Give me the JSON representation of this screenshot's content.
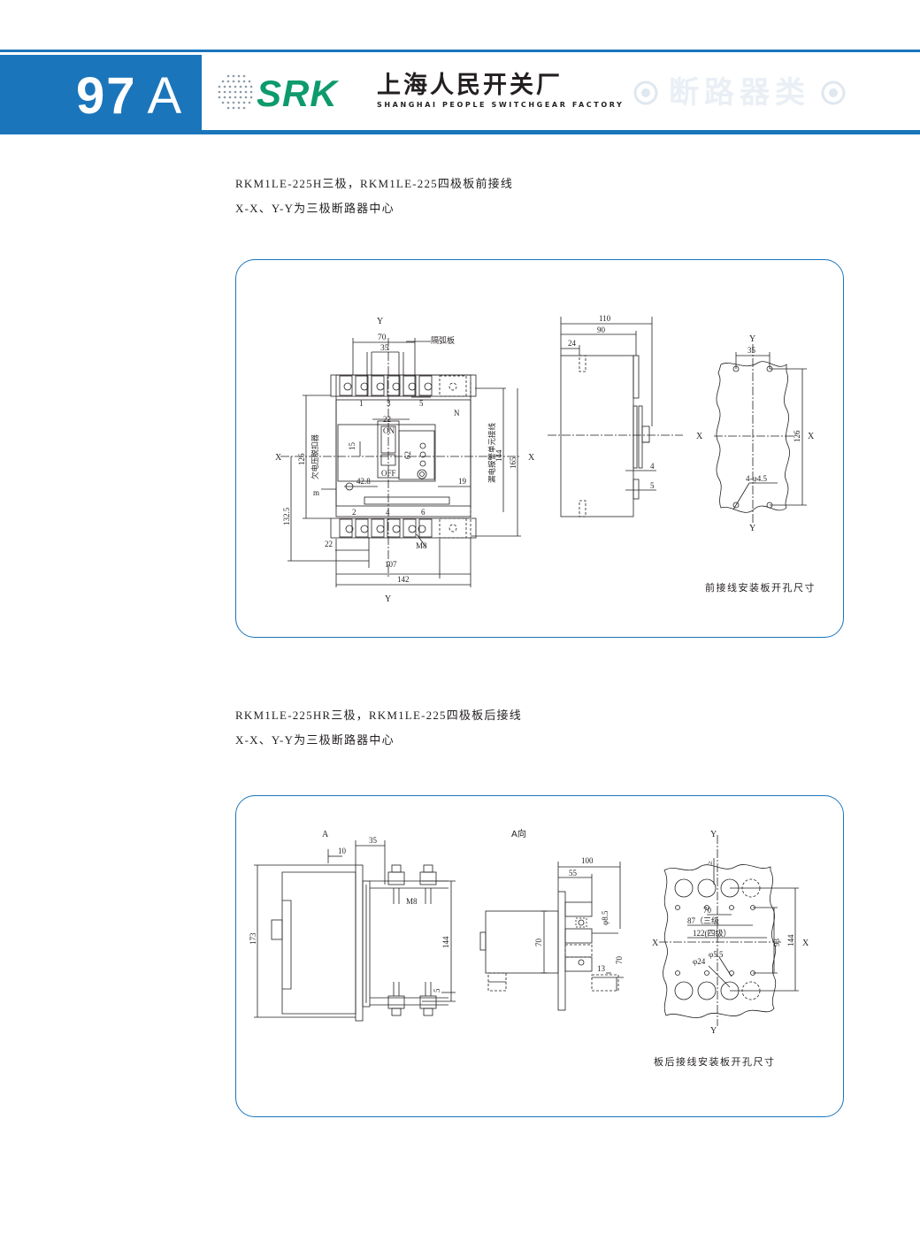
{
  "header": {
    "page_number": "97",
    "page_suffix": "A",
    "brand_logo": "SRK",
    "company_name": "上海人民开关厂",
    "company_name_en": "SHANGHAI PEOPLE SWITCHGEAR FACTORY",
    "category": "断路器类",
    "category_icon": "target-circle-icon",
    "colors": {
      "brand_blue": "#1b75bb",
      "logo_green": "#0d9a6d"
    }
  },
  "section1": {
    "caption_line1": "RKM1LE-225H三极，RKM1LE-225四极板前接线",
    "caption_line2": "X-X、Y-Y为三极断路器中心",
    "mounting_label": "前接线安装板开孔尺寸",
    "front_view": {
      "axis_y_top": "Y",
      "axis_y_bottom": "Y",
      "axis_x_left": "X",
      "axis_x_right": "X",
      "dim_70": "70",
      "dim_35": "35",
      "arc_plate": "隔弧板",
      "terminal_1": "1",
      "terminal_3": "3",
      "terminal_5": "5",
      "neutral": "N",
      "terminal_2": "2",
      "terminal_4": "4",
      "terminal_6": "6",
      "dim_22_top": "22",
      "on_label": "ON",
      "off_label": "OFF",
      "dim_15": "15",
      "dim_62": "62",
      "dim_126": "126",
      "dim_42_8": "42.8",
      "undervoltage": "欠电压脱扣器",
      "m_label": "m",
      "leak_alarm": "漏电报警单元接线",
      "dim_19": "19",
      "dim_144": "144",
      "dim_165": "165",
      "dim_132_5": "132.5",
      "dim_22_bottom": "22",
      "m8": "M8",
      "dim_107": "107",
      "dim_142": "142"
    },
    "side_view": {
      "dim_110": "110",
      "dim_90": "90",
      "dim_24": "24",
      "dim_4": "4",
      "dim_5": "5"
    },
    "cutout": {
      "axis_y_top": "Y",
      "axis_y_bottom": "Y",
      "axis_x_left": "X",
      "axis_x_right": "X",
      "dim_35": "35",
      "dim_126": "126",
      "hole_label": "4-φ4.5"
    }
  },
  "section2": {
    "caption_line1": "RKM1LE-225HR三极，RKM1LE-225四极板后接线",
    "caption_line2": "X-X、Y-Y为三极断路器中心",
    "mounting_label": "板后接线安装板开孔尺寸",
    "side_view": {
      "view_a": "A",
      "dim_35": "35",
      "dim_10": "10",
      "m8": "M8",
      "dim_173": "173",
      "dim_144": "144",
      "dim_5": "5"
    },
    "a_view": {
      "title": "A向",
      "dim_100": "100",
      "dim_55": "55",
      "dim_d8_5": "φ8.5",
      "dim_70_left": "70",
      "dim_70_right": "70",
      "dim_13": "13"
    },
    "cutout": {
      "axis_y_top": "Y",
      "axis_y_bottom": "Y",
      "axis_x_left": "X",
      "axis_x_right": "X",
      "dim_min": "≥",
      "dim_70": "70",
      "dim_87": "87（三级",
      "dim_122": "122(四级）",
      "dim_d5_5": "φ5.5",
      "dim_d24": "φ24",
      "dim_93": "93",
      "dim_144": "144"
    }
  }
}
